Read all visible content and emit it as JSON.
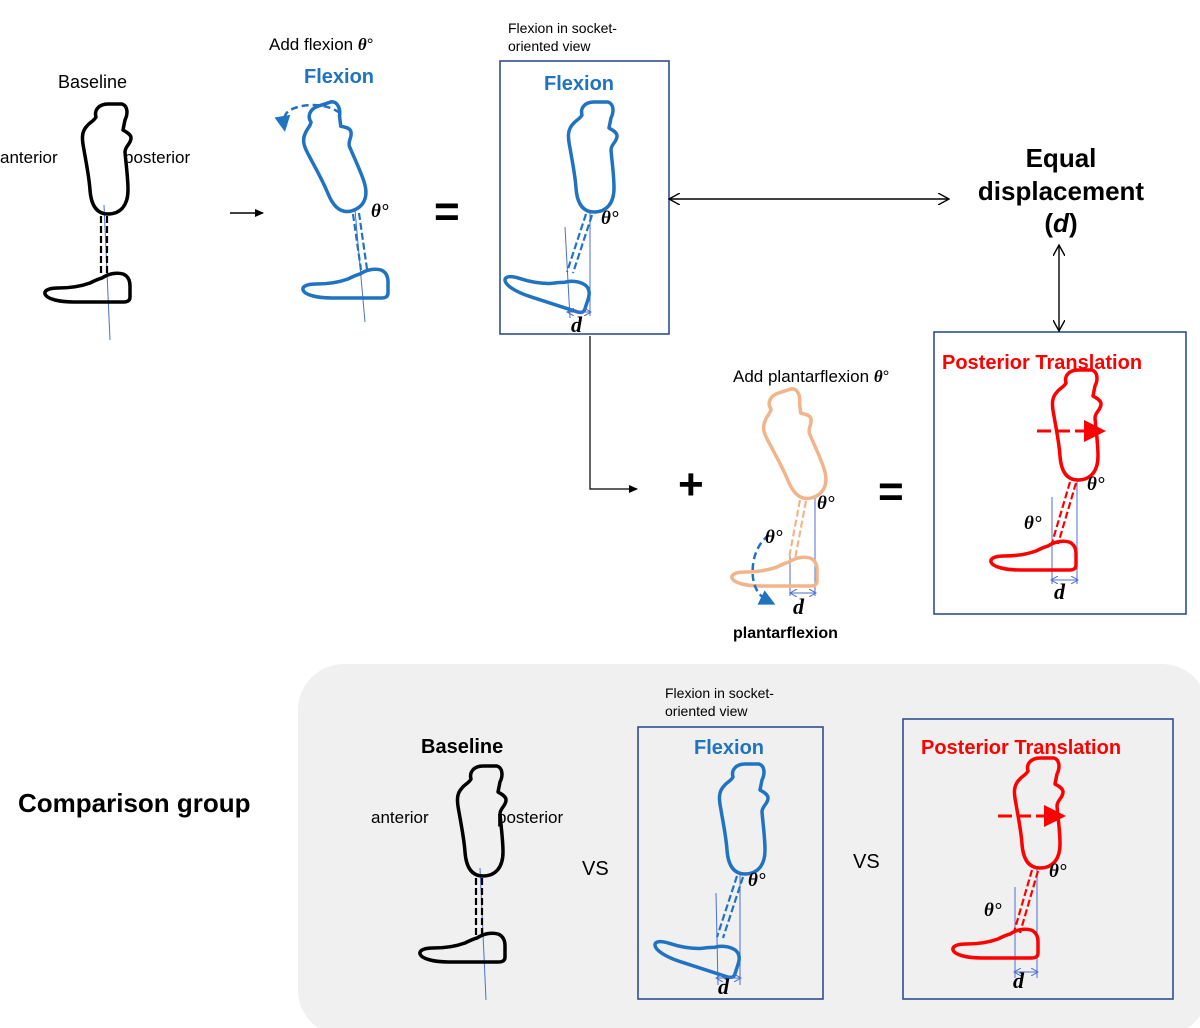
{
  "colors": {
    "baseline": "#000000",
    "flexion": "#1f73c0",
    "posterior_translation": "#ff0000",
    "plantarflexion_limb": "#f3b48a",
    "frame": "#2f4f8f",
    "comparison_bg": "#f0f0f0",
    "reference_line": "#4a6fd0"
  },
  "top": {
    "baseline_label": "Baseline",
    "anterior": "anterior",
    "posterior": "posterior",
    "add_flexion": "Add flexion",
    "theta_deg": "θ°",
    "theta": "θ",
    "degree": "°",
    "flexion_title": "Flexion",
    "socket_view_line1": "Flexion in socket-",
    "socket_view_line2": "oriented view",
    "equals": "=",
    "plus": "+",
    "d": "d",
    "equal_line1": "Equal",
    "equal_line2": "displacement",
    "equal_line3_open": "(",
    "equal_line3_close": ")",
    "add_plantarflexion": "Add plantarflexion",
    "plantarflexion": "plantarflexion",
    "posterior_translation": "Posterior Translation"
  },
  "comparison": {
    "group_label": "Comparison group",
    "baseline_label": "Baseline",
    "anterior": "anterior",
    "posterior": "posterior",
    "socket_view_line1": "Flexion in socket-",
    "socket_view_line2": "oriented view",
    "flexion_title": "Flexion",
    "posterior_translation": "Posterior Translation",
    "vs": "VS"
  }
}
